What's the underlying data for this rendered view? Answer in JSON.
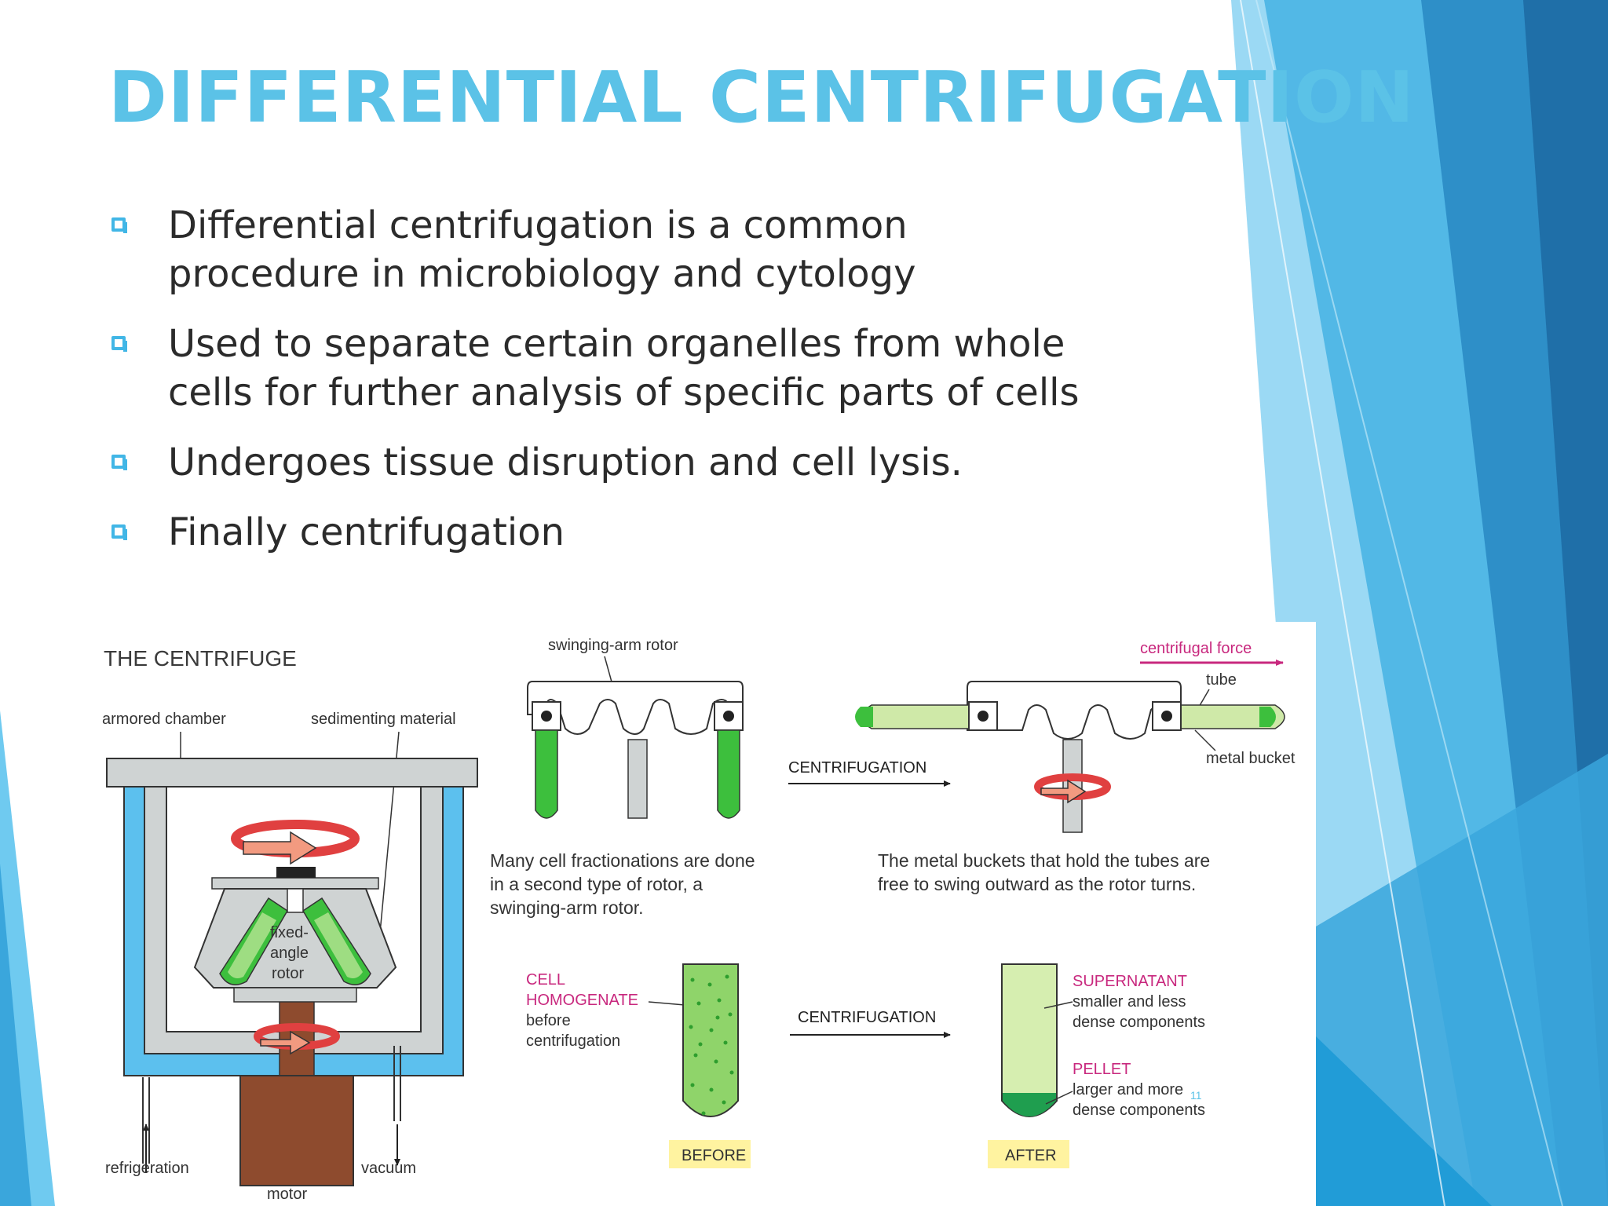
{
  "slide": {
    "title": "DIFFERENTIAL CENTRIFUGATION",
    "bullets": [
      "Differential centrifugation is a common procedure in microbiology and cytology",
      "Used to separate certain organelles from whole cells for further analysis of specific parts of cells",
      "Undergoes tissue disruption and cell lysis.",
      "Finally centrifugation"
    ],
    "bullet_icon": "square-bullet-icon",
    "accent_color": "#5bc2e7",
    "page_number": "11"
  },
  "figure": {
    "centrifuge": {
      "heading": "THE CENTRIFUGE",
      "armored_chamber": "armored chamber",
      "sedimenting_material": "sedimenting material",
      "rotor_line1": "fixed-",
      "rotor_line2": "angle",
      "rotor_line3": "rotor",
      "refrigeration": "refrigeration",
      "vacuum": "vacuum",
      "motor": "motor"
    },
    "swinging": {
      "rotor_label": "swinging-arm rotor",
      "centrifugation": "CENTRIFUGATION",
      "centrifugal_force": "centrifugal force",
      "tube": "tube",
      "metal_bucket": "metal bucket",
      "caption_left": [
        "Many cell fractionations are done",
        "in a second type of rotor, a",
        "swinging-arm rotor."
      ],
      "caption_right": [
        "The metal buckets that hold the tubes are",
        "free to swing outward as the rotor turns."
      ]
    },
    "fractions": {
      "cell": "CELL",
      "homogenate": "HOMOGENATE",
      "before_line1": "before",
      "before_line2": "centrifugation",
      "centrifugation": "CENTRIFUGATION",
      "supernatant": "SUPERNATANT",
      "supernatant_desc1": "smaller and less",
      "supernatant_desc2": "dense components",
      "pellet": "PELLET",
      "pellet_desc1": "larger and more",
      "pellet_desc2": "dense components",
      "before": "BEFORE",
      "after": "AFTER"
    },
    "colors": {
      "magenta": "#c8287e",
      "green": "#3dbf3d",
      "light_green": "#cfe9a8",
      "chamber_blue": "#5cc0ee",
      "grey": "#cfd3d3",
      "motor_brown": "#8e4b2e",
      "arrow_salmon": "#f29a80",
      "arrow_red": "#e04040",
      "label_yellow": "#fff3a0"
    }
  }
}
